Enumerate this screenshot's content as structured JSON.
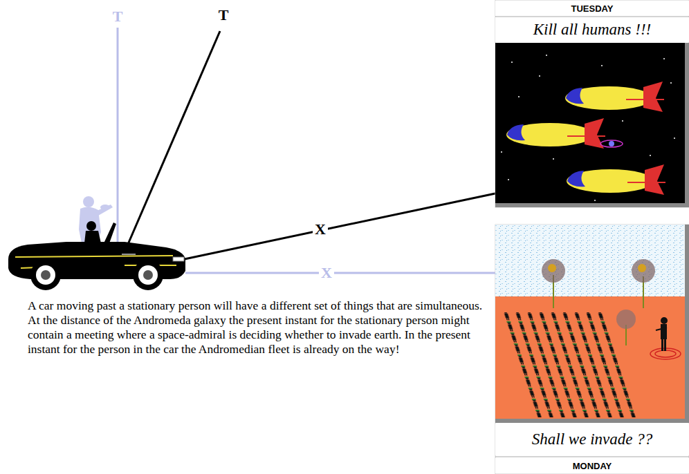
{
  "diagram": {
    "caption": "A car moving past a stationary person will have a different set of things that are simultaneous. At the distance of the Andromeda galaxy the present instant for the stationary person might contain a meeting where a space-admiral is deciding whether to invade earth. In the present instant for the person in the car the Andromedian fleet is already on the way!",
    "nodes": [
      {
        "text": [
          "TUESDAY",
          "Kill all humans !!!"
        ]
      },
      {
        "text": [
          "Shall we invade ??",
          "MONDAY"
        ]
      }
    ],
    "labels": [
      "T",
      "T",
      "X",
      "X"
    ]
  }
}
